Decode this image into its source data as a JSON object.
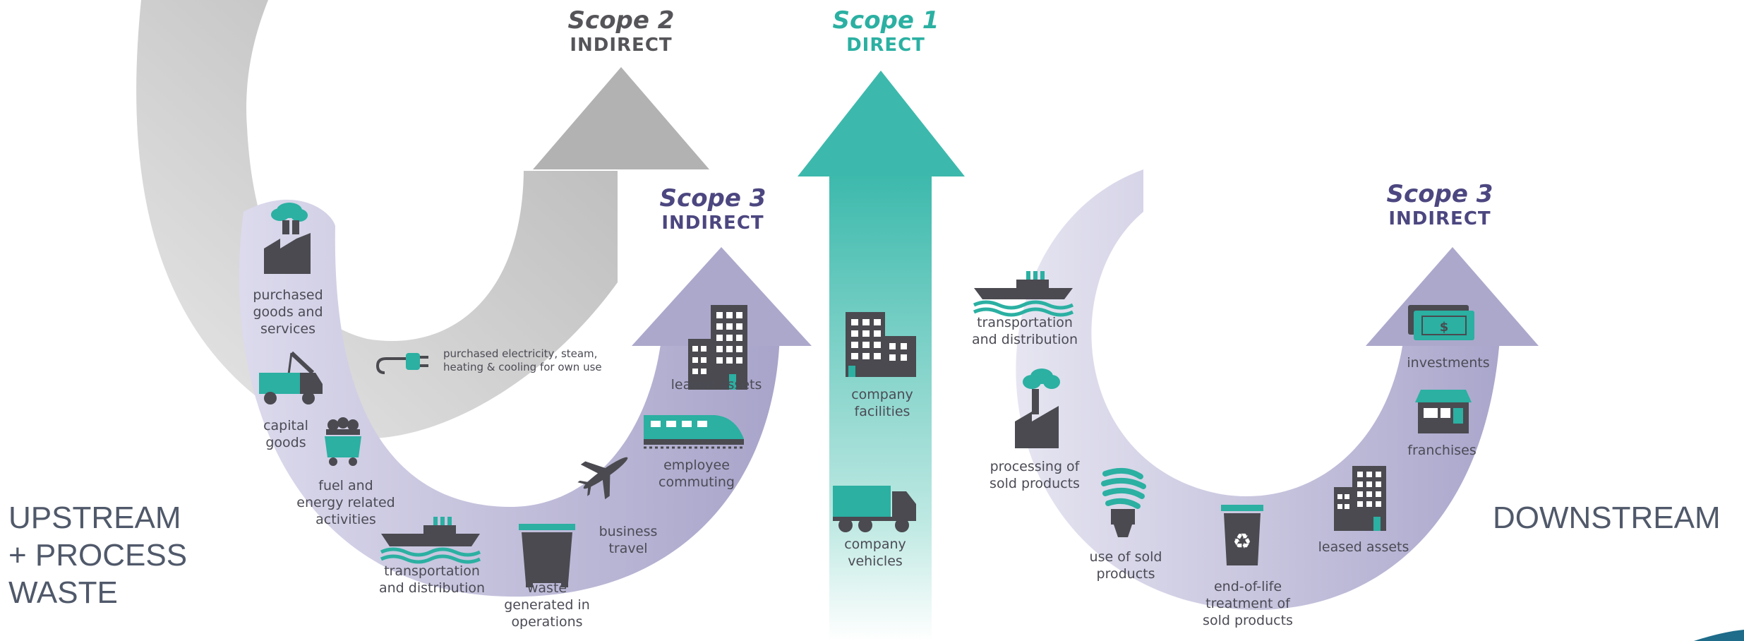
{
  "colors": {
    "teal": "#2bb0a2",
    "dark_icon": "#4a4a50",
    "scope3_purple": "#4c4780",
    "scope2_gray": "#555559",
    "band_purple": "#c3c0dc",
    "band_gray": "#c9c9c9"
  },
  "scopes": {
    "scope2": {
      "title": "Scope 2",
      "subtitle": "INDIRECT"
    },
    "scope1": {
      "title": "Scope 1",
      "subtitle": "DIRECT"
    },
    "scope3_upstream": {
      "title": "Scope 3",
      "subtitle": "INDIRECT"
    },
    "scope3_downstream": {
      "title": "Scope 3",
      "subtitle": "INDIRECT"
    }
  },
  "side_labels": {
    "upstream": "UPSTREAM\n+ PROCESS\nWASTE",
    "downstream": "DOWNSTREAM"
  },
  "upstream_items": {
    "purchased_goods": "purchased\ngoods and\nservices",
    "capital_goods": "capital\ngoods",
    "fuel_energy": "fuel and\nenergy related\nactivities",
    "transport_dist": "transportation\nand distribution",
    "waste": "waste\ngenerated in\noperations",
    "business_travel": "business\ntravel",
    "employee_commuting": "employee\ncommuting",
    "leased_assets": "leased assets"
  },
  "scope2_item": "purchased electricity, steam,\nheating & cooling for own use",
  "scope1_items": {
    "company_facilities": "company\nfacilities",
    "company_vehicles": "company\nvehicles"
  },
  "downstream_items": {
    "transport_dist": "transportation\nand distribution",
    "processing": "processing of\nsold products",
    "use_of_sold": "use of sold\nproducts",
    "end_of_life": "end-of-life\ntreatment of\nsold products",
    "leased_assets": "leased assets",
    "franchises": "franchises",
    "investments": "investments"
  },
  "icons": {
    "factory": "factory-icon",
    "crane_truck": "crane-truck-icon",
    "coal_cart": "mine-cart-icon",
    "ship": "ship-icon",
    "dumpster": "dumpster-icon",
    "airplane": "airplane-icon",
    "train": "train-icon",
    "building": "office-building-icon",
    "plug": "power-plug-icon",
    "truck": "delivery-truck-icon",
    "bulb": "light-bulb-icon",
    "recycle_bin": "recycle-bin-icon",
    "store": "storefront-icon",
    "money": "money-icon"
  }
}
